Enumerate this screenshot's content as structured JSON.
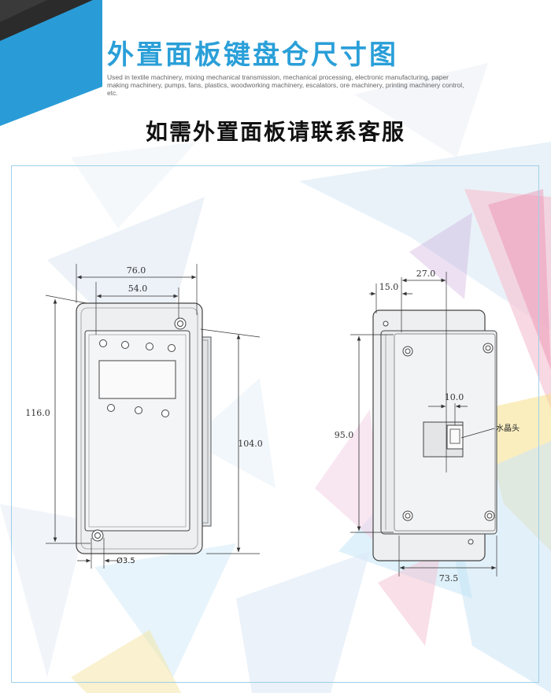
{
  "header": {
    "title": "外置面板键盘仓尺寸图",
    "subtitle": "Used in textile machinery, mixing mechanical transmission, mechanical processing, electronic manufacturing, paper making machinery, pumps, fans, plastics, woodworking machinery, escalators, ore machinery, printing machinery control, etc.",
    "notice": "如需外置面板请联系客服"
  },
  "front_view": {
    "dim_outer_width": "76.0",
    "dim_inner_width": "54.0",
    "dim_outer_height": "116.0",
    "dim_inner_height": "104.0",
    "dim_hole_diameter": "Ø3.5"
  },
  "side_view": {
    "dim_top_small": "15.0",
    "dim_top_large": "27.0",
    "dim_connector": "10.0",
    "dim_height": "95.0",
    "dim_width": "73.5",
    "connector_label": "水晶头"
  },
  "colors": {
    "accent": "#2a9fd8",
    "dark_band": "#2b2b2b",
    "frame_border": "#9fd0ea"
  }
}
